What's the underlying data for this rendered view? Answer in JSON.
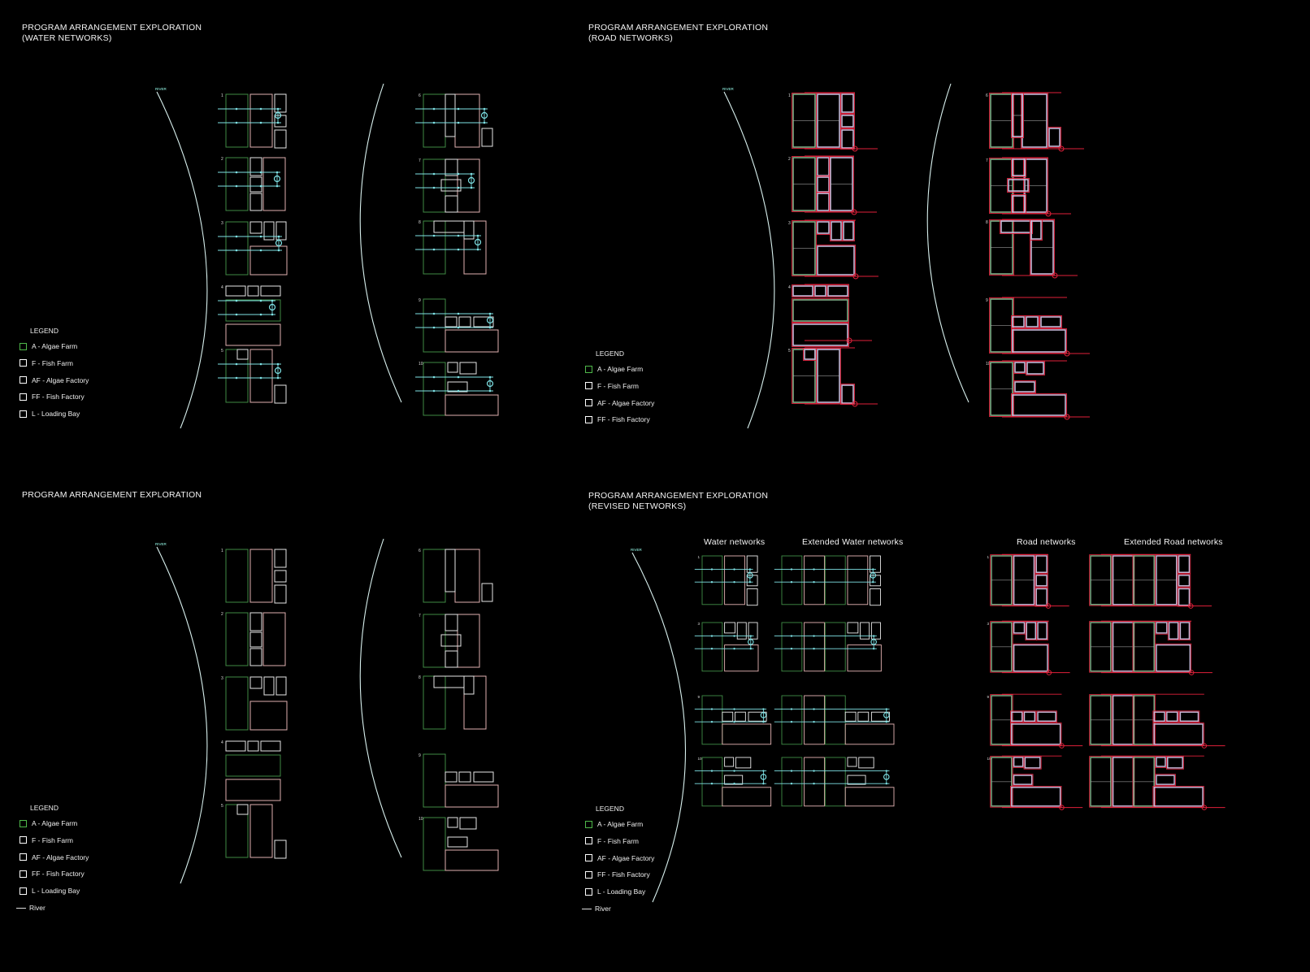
{
  "panels": {
    "water": {
      "title": "PROGRAM ARRANGEMENT EXPLORATION",
      "subtitle": "(WATER NETWORKS)"
    },
    "road": {
      "title": "PROGRAM ARRANGEMENT EXPLORATION",
      "subtitle": "(ROAD NETWORKS)"
    },
    "plain": {
      "title": "PROGRAM ARRANGEMENT EXPLORATION"
    },
    "revised": {
      "title": "PROGRAM ARRANGEMENT EXPLORATION",
      "subtitle": "(REVISED NETWORKS)",
      "columns": [
        "Water networks",
        "Extended Water networks",
        "Road networks",
        "Extended Road networks"
      ],
      "plan_numbers": [
        "1",
        "3",
        "9",
        "10"
      ]
    }
  },
  "river_label": "RIVER",
  "plan_numbers": [
    "1",
    "2",
    "3",
    "4",
    "5",
    "6",
    "7",
    "8",
    "9",
    "10"
  ],
  "legend": {
    "heading": "LEGEND",
    "items": [
      "A - Algae Farm",
      "F - Fish Farm",
      "AF - Algae Factory",
      "FF - Fish Factory",
      "L - Loading Bay"
    ],
    "river": "River"
  },
  "colors": {
    "algae_farm": "#3f8a45",
    "fish_farm": "#e0b0b0",
    "other": "#e6e6e6",
    "water": "#7fe3e6",
    "road": "#e0203a",
    "river": "#d8f0ee"
  }
}
